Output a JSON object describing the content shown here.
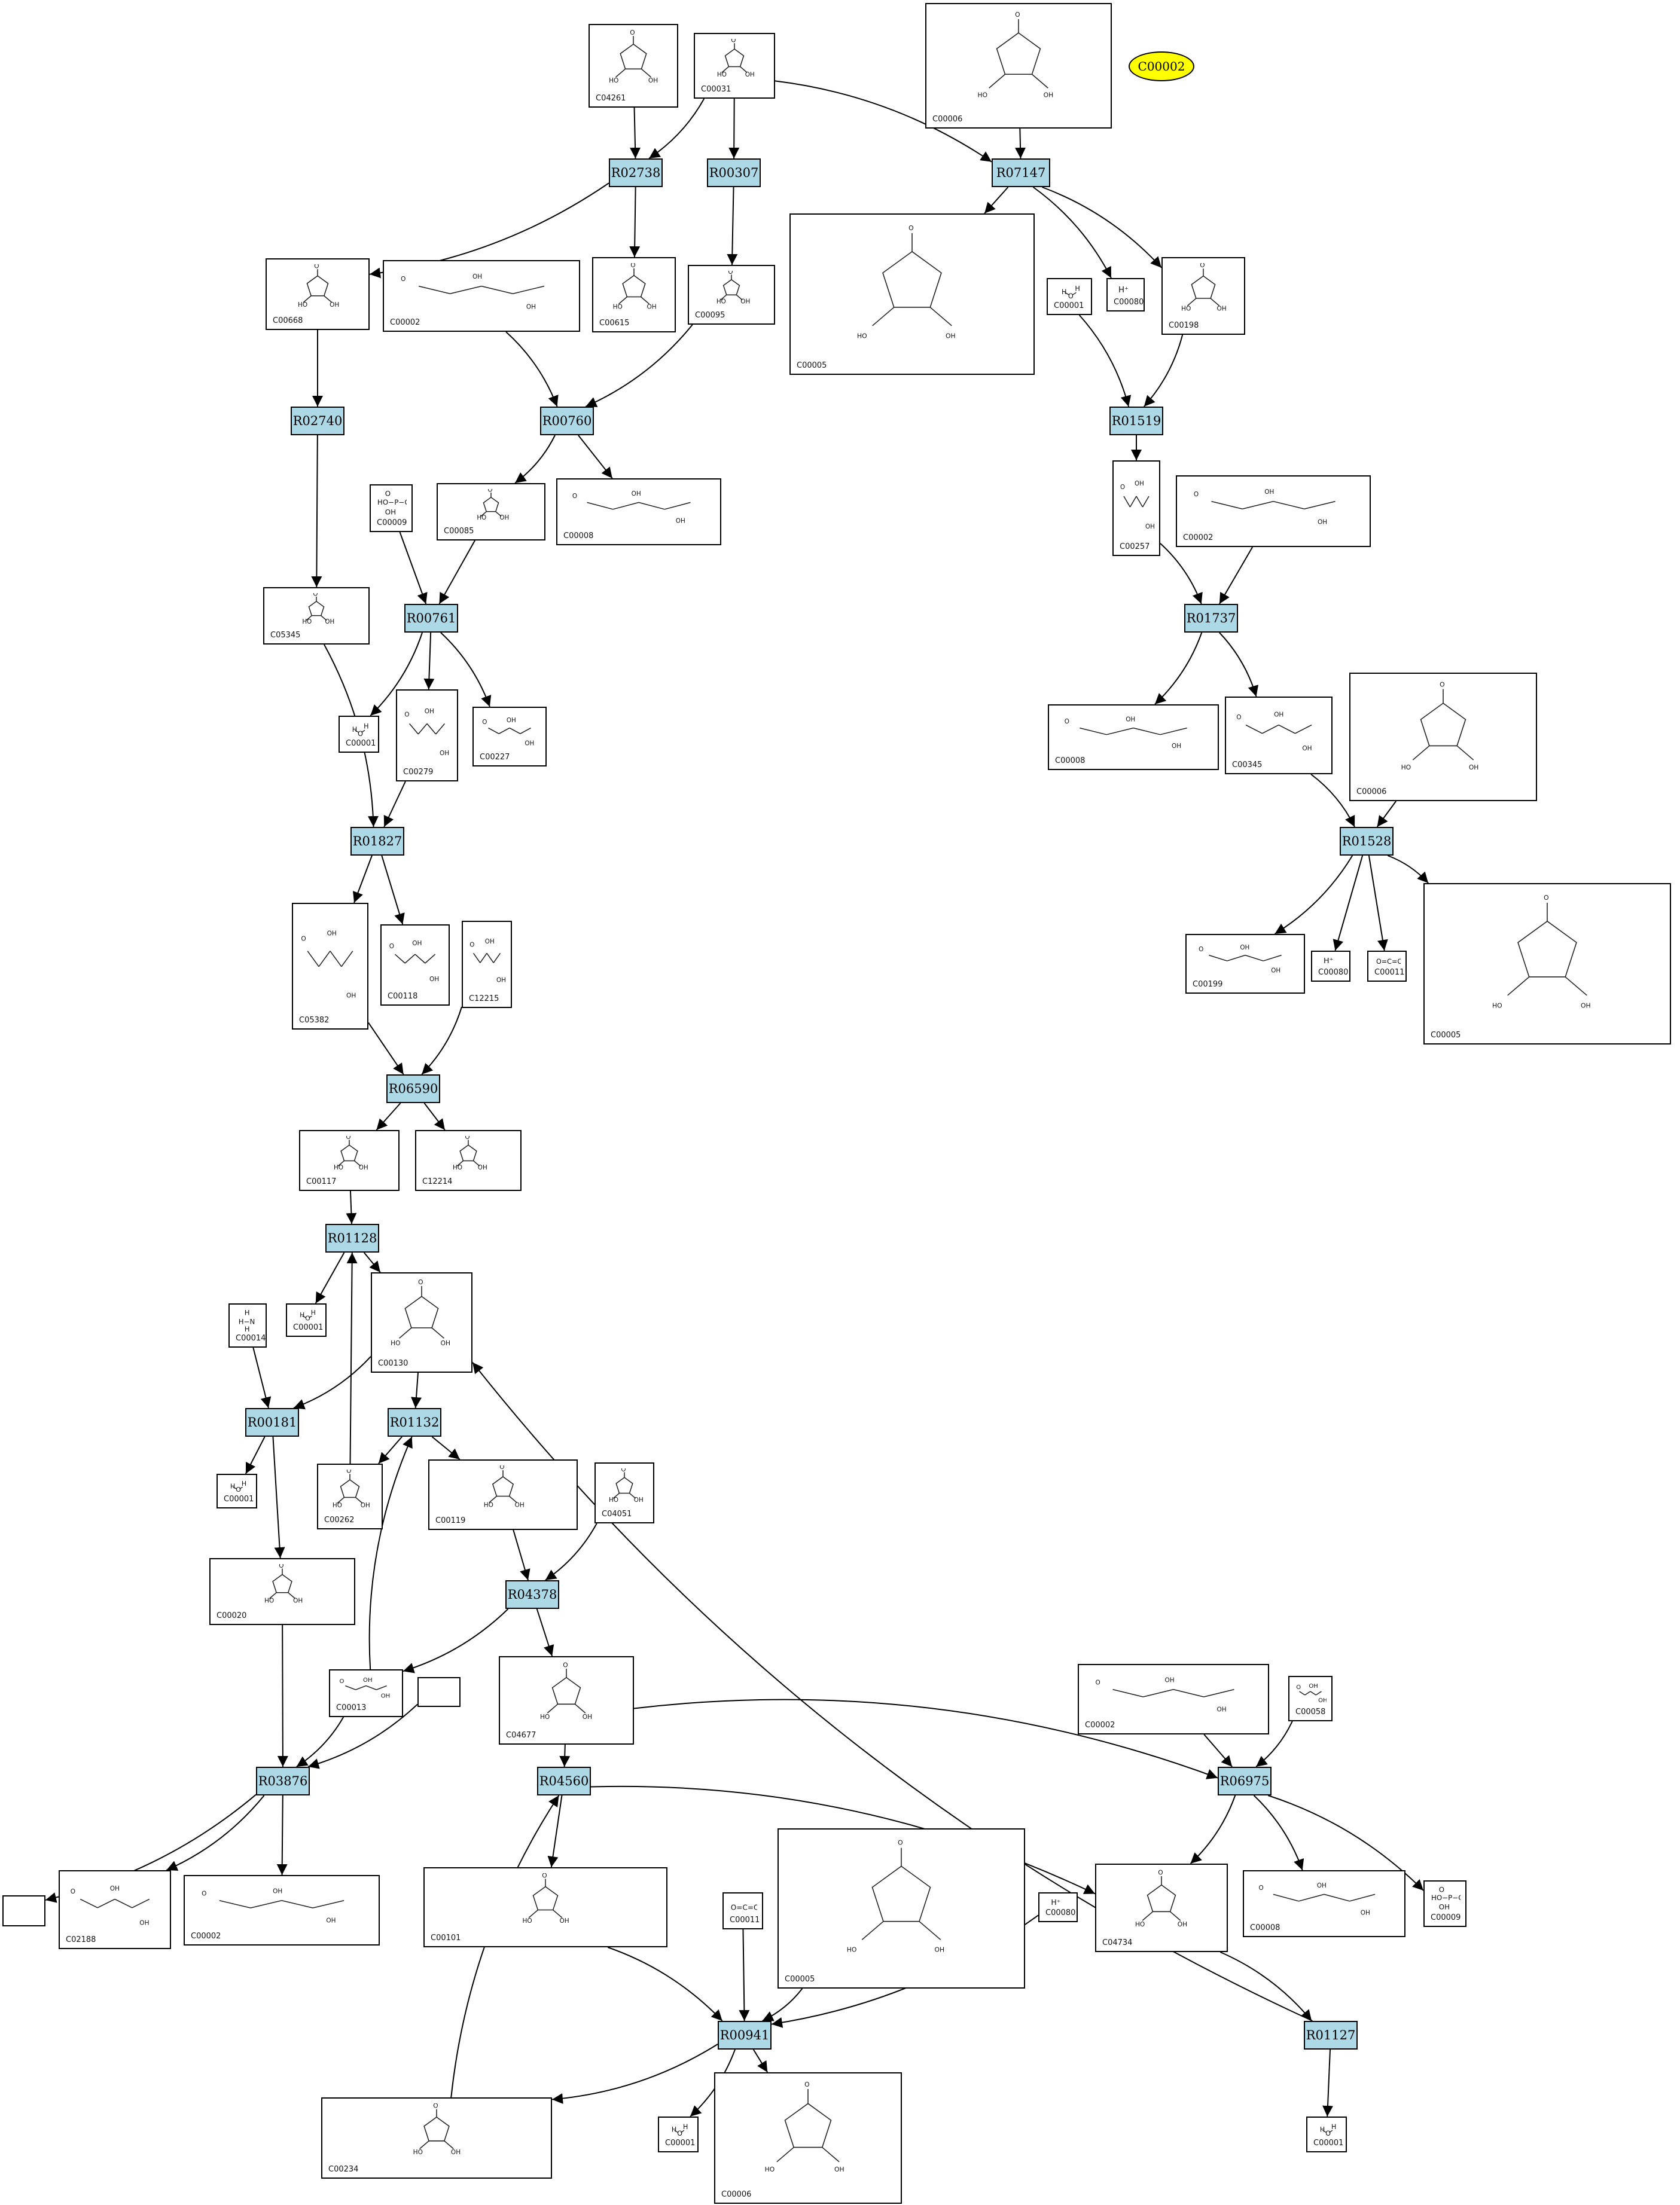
{
  "legend_node": "C00002",
  "reactions": [
    {
      "id": "R02738",
      "label": "R02738"
    },
    {
      "id": "R00307",
      "label": "R00307"
    },
    {
      "id": "R07147",
      "label": "R07147"
    },
    {
      "id": "R02740",
      "label": "R02740"
    },
    {
      "id": "R00760",
      "label": "R00760"
    },
    {
      "id": "R01519",
      "label": "R01519"
    },
    {
      "id": "R00761",
      "label": "R00761"
    },
    {
      "id": "R01737",
      "label": "R01737"
    },
    {
      "id": "R01827",
      "label": "R01827"
    },
    {
      "id": "R01528",
      "label": "R01528"
    },
    {
      "id": "R06590",
      "label": "R06590"
    },
    {
      "id": "R01128",
      "label": "R01128"
    },
    {
      "id": "R00181",
      "label": "R00181"
    },
    {
      "id": "R01132",
      "label": "R01132"
    },
    {
      "id": "R04378",
      "label": "R04378"
    },
    {
      "id": "R03876",
      "label": "R03876"
    },
    {
      "id": "R04560",
      "label": "R04560"
    },
    {
      "id": "R06975",
      "label": "R06975"
    },
    {
      "id": "R00941",
      "label": "R00941"
    },
    {
      "id": "R01127",
      "label": "R01127"
    }
  ],
  "compounds": [
    {
      "id": "n_C04261",
      "label": "C04261",
      "kind": "ring"
    },
    {
      "id": "n_C00031",
      "label": "C00031",
      "kind": "ring"
    },
    {
      "id": "n_C00006a",
      "label": "C00006",
      "kind": "ring"
    },
    {
      "id": "n_C00668",
      "label": "C00668",
      "kind": "ring"
    },
    {
      "id": "n_C00002a",
      "label": "C00002",
      "kind": "chain"
    },
    {
      "id": "n_C00615",
      "label": "C00615",
      "kind": "ring"
    },
    {
      "id": "n_C00095",
      "label": "C00095",
      "kind": "ring"
    },
    {
      "id": "n_C00005a",
      "label": "C00005",
      "kind": "ring"
    },
    {
      "id": "n_C00001a",
      "label": "C00001",
      "kind": "water"
    },
    {
      "id": "n_C00080a",
      "label": "C00080",
      "kind": "proton"
    },
    {
      "id": "n_C00198",
      "label": "C00198",
      "kind": "ring"
    },
    {
      "id": "n_C00009a",
      "label": "C00009",
      "kind": "phosphate"
    },
    {
      "id": "n_C00085",
      "label": "C00085",
      "kind": "ring"
    },
    {
      "id": "n_C00008a",
      "label": "C00008",
      "kind": "chain"
    },
    {
      "id": "n_C00257",
      "label": "C00257",
      "kind": "chain"
    },
    {
      "id": "n_C00002b",
      "label": "C00002",
      "kind": "chain"
    },
    {
      "id": "n_C05345",
      "label": "C05345",
      "kind": "ring"
    },
    {
      "id": "n_C00001b",
      "label": "C00001",
      "kind": "water"
    },
    {
      "id": "n_C00279",
      "label": "C00279",
      "kind": "chain"
    },
    {
      "id": "n_C00227",
      "label": "C00227",
      "kind": "chain"
    },
    {
      "id": "n_C00008b",
      "label": "C00008",
      "kind": "chain"
    },
    {
      "id": "n_C00345",
      "label": "C00345",
      "kind": "chain"
    },
    {
      "id": "n_C00006b",
      "label": "C00006",
      "kind": "ring"
    },
    {
      "id": "n_C05382",
      "label": "C05382",
      "kind": "chain"
    },
    {
      "id": "n_C00118",
      "label": "C00118",
      "kind": "chain"
    },
    {
      "id": "n_C12215",
      "label": "C12215",
      "kind": "chain"
    },
    {
      "id": "n_C00199",
      "label": "C00199",
      "kind": "chain"
    },
    {
      "id": "n_C00080b",
      "label": "C00080",
      "kind": "proton"
    },
    {
      "id": "n_C00011a",
      "label": "C00011",
      "kind": "co2"
    },
    {
      "id": "n_C00005b",
      "label": "C00005",
      "kind": "ring"
    },
    {
      "id": "n_C00117",
      "label": "C00117",
      "kind": "ring"
    },
    {
      "id": "n_C12214",
      "label": "C12214",
      "kind": "ring"
    },
    {
      "id": "n_C00014",
      "label": "C00014",
      "kind": "ammonia"
    },
    {
      "id": "n_C00001c",
      "label": "C00001",
      "kind": "water"
    },
    {
      "id": "n_C00130",
      "label": "C00130",
      "kind": "ring"
    },
    {
      "id": "n_C00001d",
      "label": "C00001",
      "kind": "water"
    },
    {
      "id": "n_C00262",
      "label": "C00262",
      "kind": "ring"
    },
    {
      "id": "n_C00119",
      "label": "C00119",
      "kind": "ring"
    },
    {
      "id": "n_C04051",
      "label": "C04051",
      "kind": "ring"
    },
    {
      "id": "n_C00020",
      "label": "C00020",
      "kind": "ring"
    },
    {
      "id": "n_C00013",
      "label": "C00013",
      "kind": "chain"
    },
    {
      "id": "n_blank1",
      "label": "",
      "kind": "blank"
    },
    {
      "id": "n_C04677",
      "label": "C04677",
      "kind": "ring"
    },
    {
      "id": "n_C00002c",
      "label": "C00002",
      "kind": "chain"
    },
    {
      "id": "n_C00058",
      "label": "C00058",
      "kind": "chain"
    },
    {
      "id": "n_blank2",
      "label": "",
      "kind": "blank"
    },
    {
      "id": "n_C02188",
      "label": "C02188",
      "kind": "chain"
    },
    {
      "id": "n_C00002d",
      "label": "C00002",
      "kind": "chain"
    },
    {
      "id": "n_C00101",
      "label": "C00101",
      "kind": "ring"
    },
    {
      "id": "n_C00011b",
      "label": "C00011",
      "kind": "co2"
    },
    {
      "id": "n_C00005c",
      "label": "C00005",
      "kind": "ring"
    },
    {
      "id": "n_C00080c",
      "label": "C00080",
      "kind": "proton"
    },
    {
      "id": "n_C04734",
      "label": "C04734",
      "kind": "ring"
    },
    {
      "id": "n_C00008c",
      "label": "C00008",
      "kind": "chain"
    },
    {
      "id": "n_C00009b",
      "label": "C00009",
      "kind": "phosphate"
    },
    {
      "id": "n_C00234",
      "label": "C00234",
      "kind": "ring"
    },
    {
      "id": "n_C00001e",
      "label": "C00001",
      "kind": "water"
    },
    {
      "id": "n_C00006c",
      "label": "C00006",
      "kind": "ring"
    },
    {
      "id": "n_C00001f",
      "label": "C00001",
      "kind": "water"
    }
  ],
  "edges": [
    [
      "n_C04261",
      "R02738"
    ],
    [
      "n_C00031",
      "R02738"
    ],
    [
      "n_C00031",
      "R00307"
    ],
    [
      "n_C00031",
      "R07147"
    ],
    [
      "n_C00006a",
      "R07147"
    ],
    [
      "R02738",
      "n_C00668"
    ],
    [
      "R02738",
      "n_C00615"
    ],
    [
      "R00307",
      "n_C00095"
    ],
    [
      "R07147",
      "n_C00005a"
    ],
    [
      "R07147",
      "n_C00080a"
    ],
    [
      "R07147",
      "n_C00198"
    ],
    [
      "n_C00668",
      "R02740"
    ],
    [
      "n_C00002a",
      "R00760"
    ],
    [
      "n_C00095",
      "R00760"
    ],
    [
      "n_C00001a",
      "R01519"
    ],
    [
      "n_C00198",
      "R01519"
    ],
    [
      "R00760",
      "n_C00085"
    ],
    [
      "R00760",
      "n_C00008a"
    ],
    [
      "R01519",
      "n_C00257"
    ],
    [
      "R02740",
      "n_C05345"
    ],
    [
      "n_C00009a",
      "R00761"
    ],
    [
      "n_C00085",
      "R00761"
    ],
    [
      "n_C00257",
      "R01737"
    ],
    [
      "n_C00002b",
      "R01737"
    ],
    [
      "R00761",
      "n_C00001b"
    ],
    [
      "R00761",
      "n_C00279"
    ],
    [
      "R00761",
      "n_C00227"
    ],
    [
      "R01737",
      "n_C00008b"
    ],
    [
      "R01737",
      "n_C00345"
    ],
    [
      "n_C05345",
      "R01827"
    ],
    [
      "n_C00279",
      "R01827"
    ],
    [
      "n_C00345",
      "R01528"
    ],
    [
      "n_C00006b",
      "R01528"
    ],
    [
      "R01827",
      "n_C05382"
    ],
    [
      "R01827",
      "n_C00118"
    ],
    [
      "R01528",
      "n_C00199"
    ],
    [
      "R01528",
      "n_C00080b"
    ],
    [
      "R01528",
      "n_C00011a"
    ],
    [
      "R01528",
      "n_C00005b"
    ],
    [
      "n_C05382",
      "R06590"
    ],
    [
      "n_C12215",
      "R06590"
    ],
    [
      "R06590",
      "n_C00117"
    ],
    [
      "R06590",
      "n_C12214"
    ],
    [
      "n_C00117",
      "R01128"
    ],
    [
      "R01128",
      "n_C00001c"
    ],
    [
      "R01128",
      "n_C00130"
    ],
    [
      "n_C00014",
      "R00181"
    ],
    [
      "n_C00130",
      "R00181"
    ],
    [
      "n_C00130",
      "R01132"
    ],
    [
      "R00181",
      "n_C00001d"
    ],
    [
      "R00181",
      "n_C00020"
    ],
    [
      "R01132",
      "n_C00262"
    ],
    [
      "R01132",
      "n_C00119"
    ],
    [
      "n_C00262",
      "R01128"
    ],
    [
      "n_C00119",
      "R04378"
    ],
    [
      "n_C04051",
      "R04378"
    ],
    [
      "R04378",
      "n_C00013"
    ],
    [
      "R04378",
      "n_C04677"
    ],
    [
      "n_C00013",
      "R01132"
    ],
    [
      "n_C00020",
      "R03876"
    ],
    [
      "n_C00013",
      "R03876"
    ],
    [
      "n_blank1",
      "R03876"
    ],
    [
      "R03876",
      "n_blank2"
    ],
    [
      "R03876",
      "n_C02188"
    ],
    [
      "R03876",
      "n_C00002d"
    ],
    [
      "n_C04677",
      "R04560"
    ],
    [
      "n_C04677",
      "R06975"
    ],
    [
      "n_C00002c",
      "R06975"
    ],
    [
      "n_C00058",
      "R06975"
    ],
    [
      "R04560",
      "n_C00101"
    ],
    [
      "R04560",
      "n_C04734"
    ],
    [
      "R06975",
      "n_C04734"
    ],
    [
      "R06975",
      "n_C00008c"
    ],
    [
      "R06975",
      "n_C00009b"
    ],
    [
      "n_C00101",
      "R00941"
    ],
    [
      "n_C00011b",
      "R00941"
    ],
    [
      "n_C00005c",
      "R00941"
    ],
    [
      "n_C00080c",
      "R00941"
    ],
    [
      "R00941",
      "n_C00234"
    ],
    [
      "R00941",
      "n_C00001e"
    ],
    [
      "R00941",
      "n_C00006c"
    ],
    [
      "n_C00234",
      "R04560"
    ],
    [
      "n_C04734",
      "R01127"
    ],
    [
      "R01127",
      "n_C00001f"
    ],
    [
      "R01127",
      "n_C00130"
    ]
  ]
}
